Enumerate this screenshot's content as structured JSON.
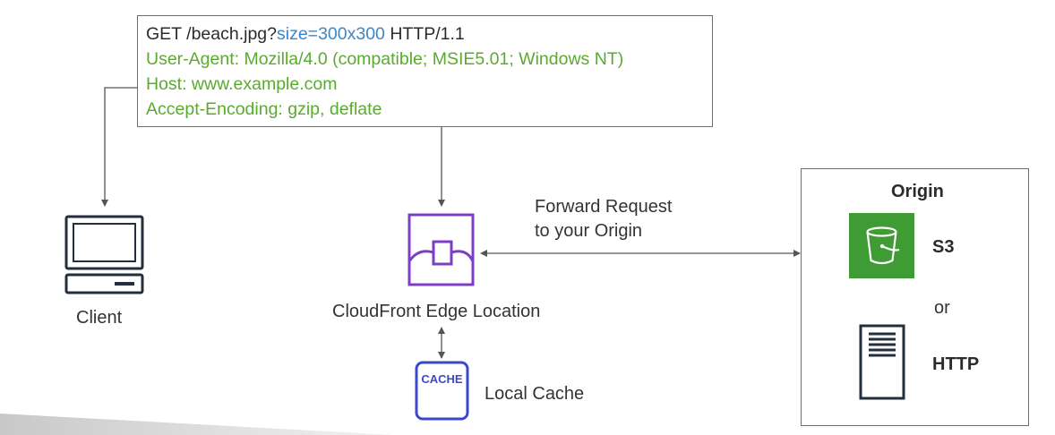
{
  "request": {
    "method": "GET",
    "path": "/beach.jpg?",
    "query": "size=300x300",
    "protocol": "HTTP/1.1",
    "headers": [
      "User-Agent: Mozilla/4.0 (compatible; MSIE5.01; Windows NT)",
      "Host: www.example.com",
      "Accept-Encoding: gzip, deflate"
    ]
  },
  "client": {
    "label": "Client",
    "icon": "desktop-computer-icon"
  },
  "edge": {
    "label": "CloudFront Edge Location",
    "icon": "cloudfront-edge-icon",
    "color": "#7b3fc4"
  },
  "forward": {
    "line1": "Forward Request",
    "line2": "to your Origin"
  },
  "cache": {
    "label": "Local Cache",
    "badge": "CACHE",
    "color": "#3b48cc"
  },
  "origin": {
    "title": "Origin",
    "s3_label": "S3",
    "or_label": "or",
    "http_label": "HTTP",
    "s3_color": "#3f9c35"
  }
}
